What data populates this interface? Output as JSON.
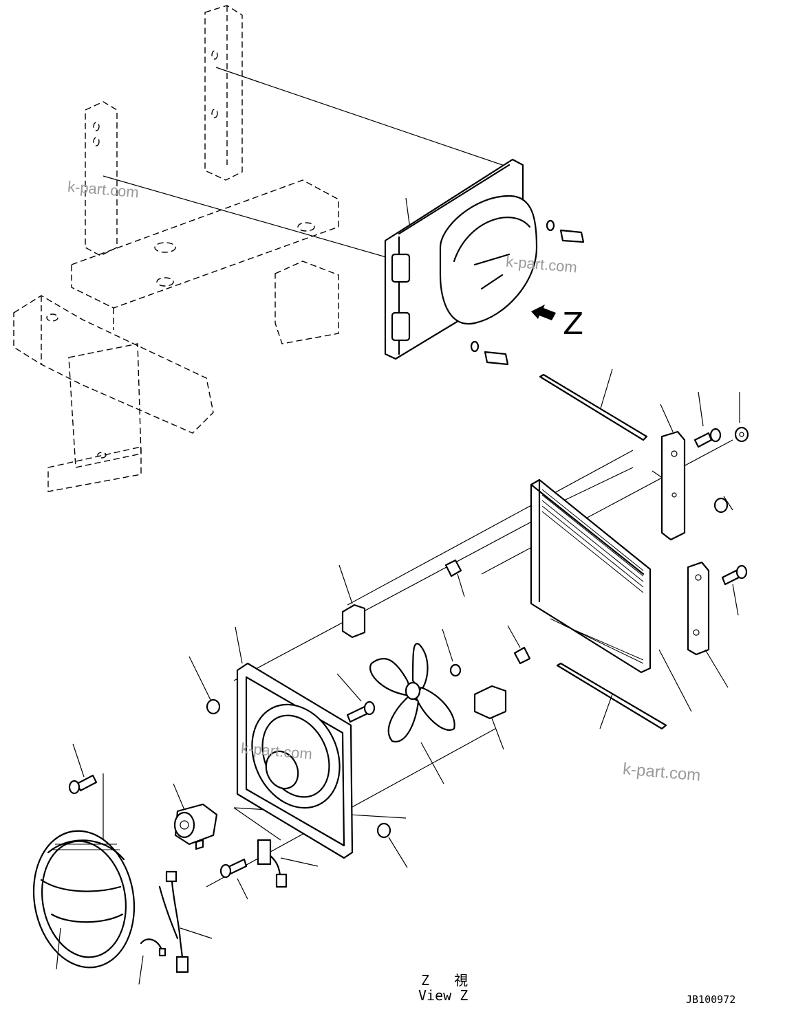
{
  "view": {
    "arrow_letter": "Z",
    "caption_line1": "Z   視",
    "caption_line2": "View Z"
  },
  "drawing_number": "JB100972",
  "watermarks": [
    "k-part.com",
    "k-part.com",
    "k-part.com",
    "k-part.com"
  ]
}
